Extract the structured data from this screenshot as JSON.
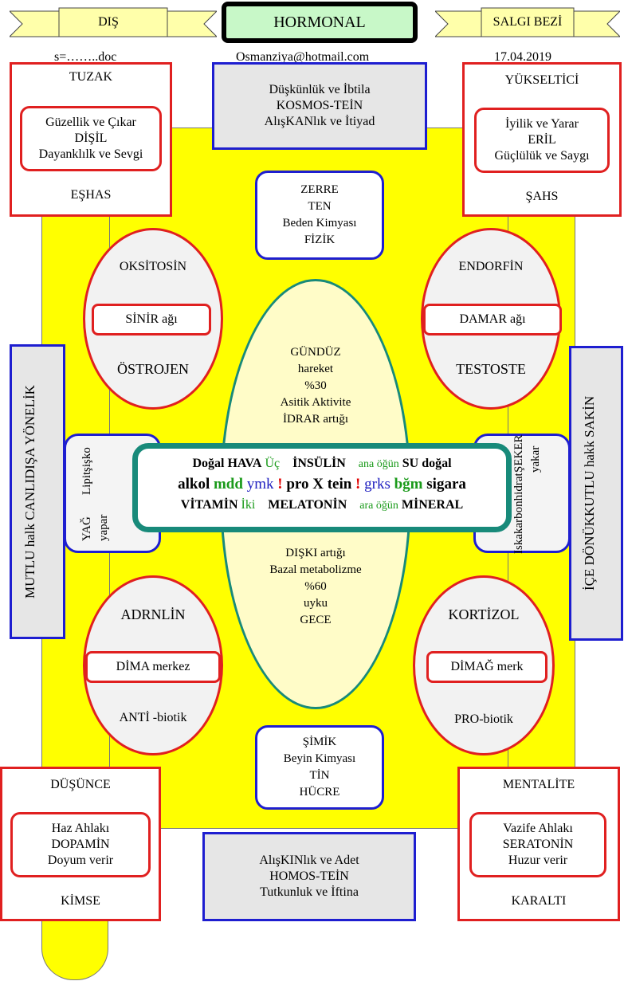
{
  "header": {
    "left_ribbon": "DIŞ",
    "title": "HORMONAL",
    "right_ribbon": "SALGI BEZİ",
    "left_meta": "s=……..doc",
    "email": "Osmanziya@hotmail.com",
    "date": "17.04.2019"
  },
  "top_left": {
    "title": "TUZAK",
    "inner": [
      "Güzellik ve Çıkar",
      "DİŞİL",
      "Dayanklılk ve Sevgi"
    ],
    "bottom": "EŞHAS"
  },
  "top_center": [
    "Düşkünlük ve İbtila",
    "KOSMOS-TEİN",
    "AlışKANlık ve İtiyad"
  ],
  "top_right": {
    "title": "YÜKSELTİCİ",
    "inner": [
      "İyilik ve Yarar",
      "ERİL",
      "Güçlülük ve Saygı"
    ],
    "bottom": "ŞAHS"
  },
  "zerre": [
    "ZERRE",
    "TEN",
    "Beden Kimyası",
    "FİZİK"
  ],
  "oval_tl": {
    "top": "OKSİTOSİN",
    "middle": "SİNİR ağı",
    "bottom": "ÖSTROJEN"
  },
  "oval_tr": {
    "top": "ENDORFİN",
    "middle": "DAMAR ağı",
    "bottom": "TESTOSTE"
  },
  "oval_bl": {
    "top": "ADRNLİN",
    "middle": "DİMA merkez",
    "bottom": "ANTİ -biotik"
  },
  "oval_br": {
    "top": "KORTİZOL",
    "middle": "DİMAĞ merk",
    "bottom": "PRO-biotik"
  },
  "ellipse_top": [
    "GÜNDÜZ",
    "hareket",
    "%30",
    "Asitik Aktivite",
    "İDRAR artığı"
  ],
  "ellipse_bottom": [
    "DIŞKI artığı",
    "Bazal metabolizme",
    "%60",
    "uyku",
    "GECE"
  ],
  "center_lines": {
    "l1": [
      "Doğal HAVA",
      "Üç",
      "İNSÜLİN",
      "ana öğün",
      "SU doğal"
    ],
    "l2": [
      "alkol",
      "mdd",
      "ymk",
      "!",
      "pro X tein",
      "!",
      "grks",
      "bğm",
      "sigara"
    ],
    "l3": [
      "VİTAMİN",
      "İki",
      "MELATONİN",
      "ara öğün",
      "MİNERAL"
    ]
  },
  "left_bubble": [
    "YAĞ yapar",
    "Lipit",
    "şişko"
  ],
  "right_bubble": [
    "Iska",
    "karbonhidrat",
    "ŞEKER yakar"
  ],
  "left_side": [
    "MUTLU  halk  CANLI",
    "DIŞA YÖNELİK"
  ],
  "right_side": [
    "İÇE DÖNÜK",
    "KUTLU   hakk   SAKİN"
  ],
  "simik": [
    "ŞİMİK",
    "Beyin Kimyası",
    "TİN",
    "HÜCRE"
  ],
  "bottom_left": {
    "title": "DÜŞÜNCE",
    "inner": [
      "Haz Ahlakı",
      "DOPAMİN",
      "Doyum verir"
    ],
    "bottom": "KİMSE"
  },
  "bottom_center": [
    "AlışKINlık ve Adet",
    "HOMOS-TEİN",
    "Tutkunluk ve İftina"
  ],
  "bottom_right": {
    "title": "MENTALİTE",
    "inner": [
      "Vazife Ahlakı",
      "SERATONİN",
      "Huzur verir"
    ],
    "bottom": "KARALTI"
  }
}
